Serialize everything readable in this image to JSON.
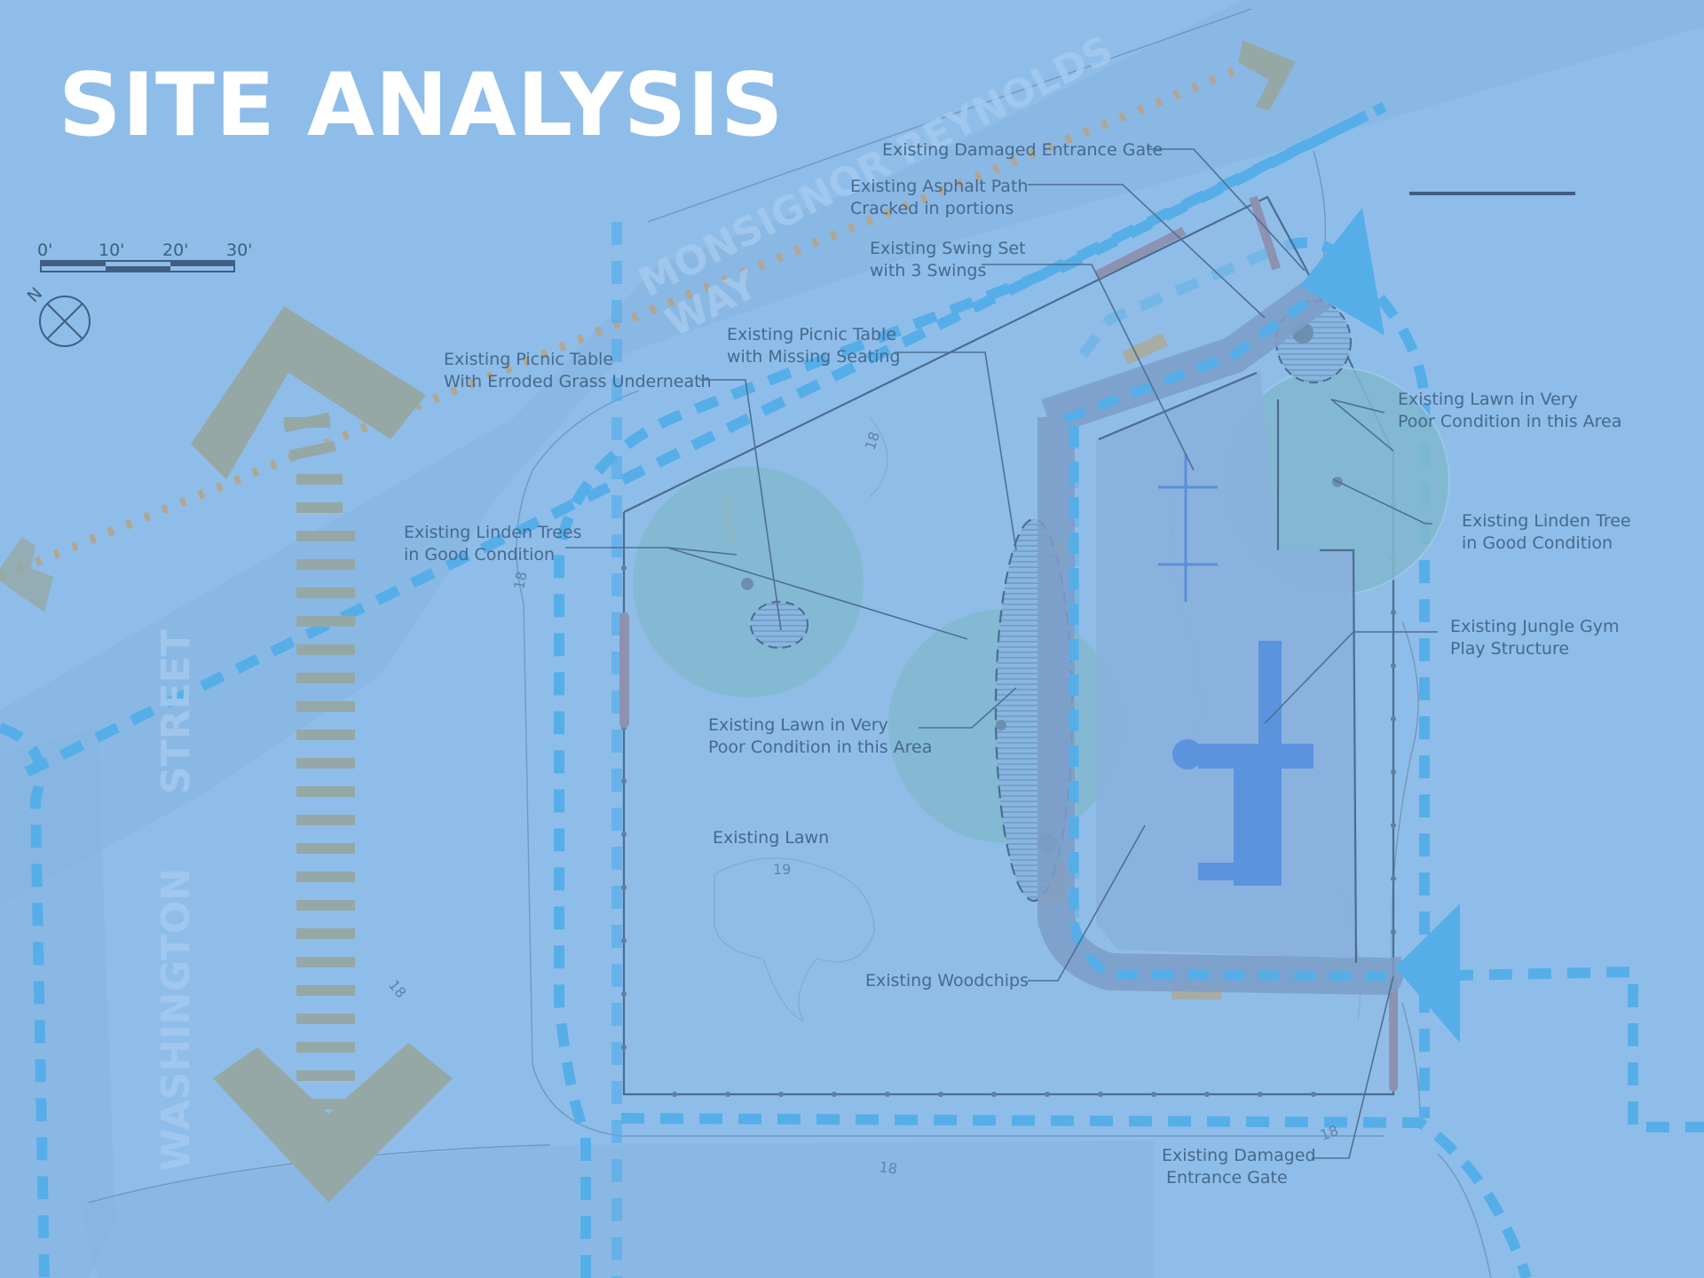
{
  "title": "SITE ANALYSIS",
  "scale_bar": {
    "labels": [
      "0'",
      "10'",
      "20'",
      "30'"
    ]
  },
  "north_label": "N",
  "streets": {
    "monsignor_1": "MONSIGNOR REYNOLDS",
    "monsignor_2": "WAY",
    "washington": "WASHINGTON",
    "street": "STREET"
  },
  "contours": [
    "18",
    "18",
    "18",
    "19",
    "18",
    "18"
  ],
  "annotations": {
    "damaged_gate_top": "Existing Damaged Entrance Gate",
    "asphalt_1": "Existing Asphalt Path",
    "asphalt_2": "Cracked in portions",
    "swing_1": "Existing Swing Set",
    "swing_2": "with 3 Swings",
    "picnic_missing_1": "Existing Picnic Table",
    "picnic_missing_2": "with Missing Seating",
    "picnic_eroded_1": "Existing Picnic Table",
    "picnic_eroded_2": "With Erroded Grass Underneath",
    "linden_left_1": "Existing Linden Trees",
    "linden_left_2": "in Good Condition",
    "lawn_poor_left_1": "Existing Lawn in Very",
    "lawn_poor_left_2": "Poor Condition in this Area",
    "lawn": "Existing Lawn",
    "woodchips": "Existing Woodchips",
    "lawn_poor_right_1": "Existing Lawn in Very",
    "lawn_poor_right_2": "Poor Condition in this Area",
    "linden_right_1": "Existing Linden Tree",
    "linden_right_2": "in Good Condition",
    "jungle_1": "Existing Jungle Gym",
    "jungle_2": "Play Structure",
    "damaged_gate_bottom_1": "Existing Damaged",
    "damaged_gate_bottom_2": "Entrance Gate"
  },
  "colors": {
    "background": "#8fbde9",
    "path_dash": "#56aee9",
    "circulation": "#95a8a6",
    "tree_canopy": "#82b8cf",
    "line": "#4c6c8f"
  }
}
